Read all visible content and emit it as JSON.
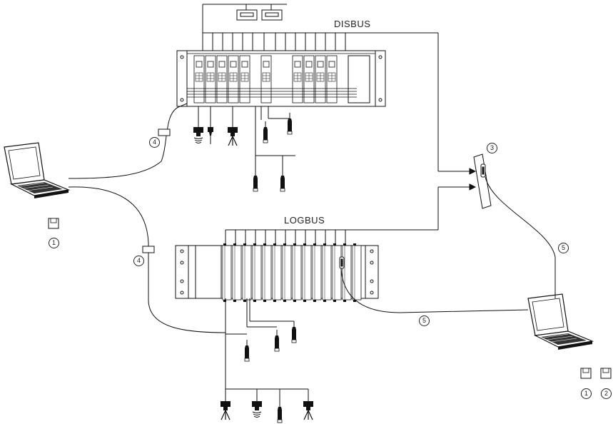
{
  "labels": {
    "disbus": "DISBUS",
    "logbus": "LOGBUS"
  },
  "callouts": {
    "c1a": "1",
    "c3": "3",
    "c4a": "4",
    "c4b": "4",
    "c5a": "5",
    "c5b": "5",
    "c1b": "1",
    "c2": "2"
  },
  "icons": {
    "laptop": "laptop-icon",
    "floppy": "floppy-disk-icon",
    "sensor": "sensor-icon",
    "tripod_sensor": "tripod-sensor-icon",
    "interface_box": "interface-module-icon"
  }
}
